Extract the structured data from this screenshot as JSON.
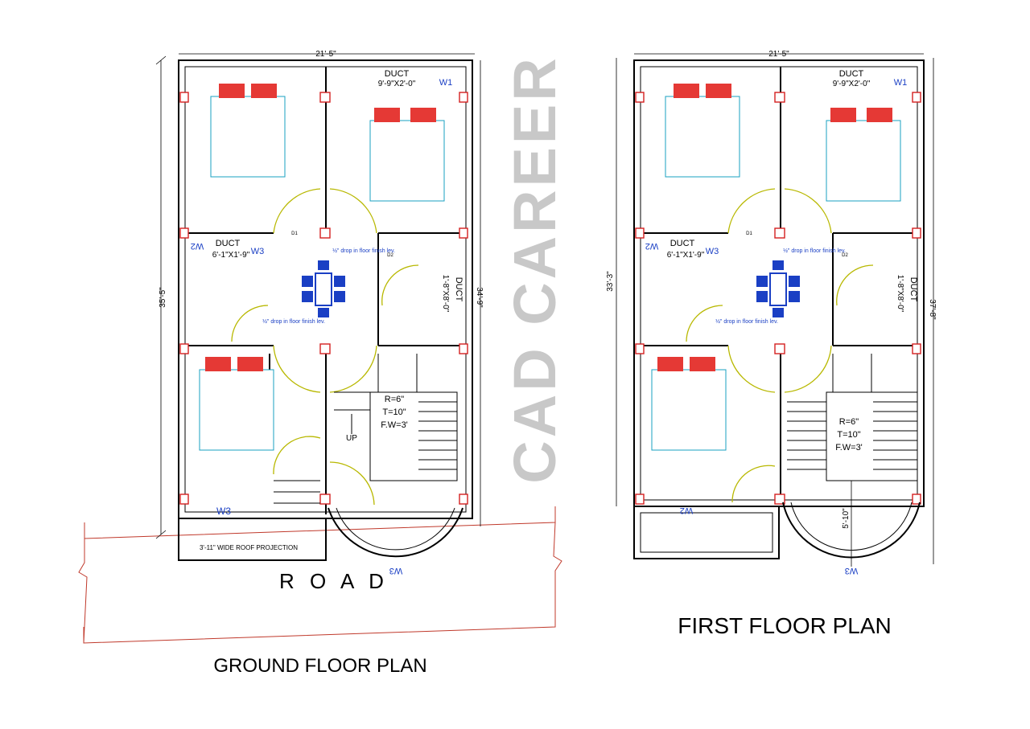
{
  "watermark": "CAD CAREER",
  "road_label": "R O A D",
  "ground": {
    "title": "GROUND FLOOR PLAN",
    "width_dim": "21'-5\"",
    "depth_left": "35'-5\"",
    "depth_right": "34'-9\"",
    "duct_top": "DUCT",
    "duct_top_size": "9'-9\"X2'-0\"",
    "w1": "W1",
    "duct_mid": "DUCT",
    "duct_mid_size": "6'-1\"X1'-9\"",
    "w2": "W2",
    "w3_mid": "W3",
    "duct_side": "DUCT",
    "duct_side_size": "1'-8\"X8'-0\"",
    "drop_note": "½\" drop in floor finish lev.",
    "drop_note_2": "½\" drop in floor finish lev.",
    "d1": "D1",
    "d2": "D2",
    "w3_front": "W3",
    "w3_bay": "W3",
    "stair": [
      "R=6\"",
      "T=10\"",
      "F.W=3'"
    ],
    "up": "UP",
    "projection": "3'-11\" WIDE ROOF PROJECTION"
  },
  "first": {
    "title": "FIRST FLOOR PLAN",
    "width_dim": "21'-5\"",
    "depth_left": "33'-3\"",
    "depth_right": "37'-8\"",
    "duct_top": "DUCT",
    "duct_top_size": "9'-9\"X2'-0\"",
    "w1": "W1",
    "duct_mid": "DUCT",
    "duct_mid_size": "6'-1\"X1'-9\"",
    "w2": "W2",
    "w3_mid": "W3",
    "duct_side": "DUCT",
    "duct_side_size": "1'-8\"X8'-0\"",
    "drop_note": "½\" drop in floor finish lev.",
    "drop_note_2": "½\" drop in floor finish lev.",
    "d1": "D1",
    "d2": "D2",
    "w2_balcony": "W2",
    "w3_bay": "W3",
    "stair": [
      "R=6\"",
      "T=10\"",
      "F.W=3'"
    ],
    "bay_dim": "5'-10\""
  },
  "colors": {
    "wall": "#000000",
    "column": "#d42020",
    "bed": "#1aa0c0",
    "pillow": "#e53935",
    "furniture": "#1a3fc4",
    "door_swing": "#b8b800",
    "watermark": "#c8c8c8",
    "road_line": "#c0392b"
  }
}
